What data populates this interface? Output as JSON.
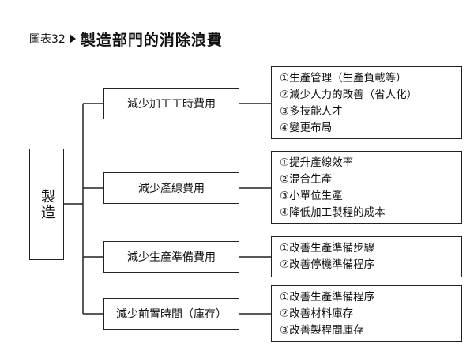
{
  "title": {
    "label": "圖表32",
    "text": "製造部門的消除浪費"
  },
  "root": "製造",
  "branches": [
    {
      "label": "減少加工工時費用",
      "items": [
        "①生產管理（生產負載等）",
        "②減少人力的改善（省人化）",
        "③多技能人才",
        "④變更布局"
      ]
    },
    {
      "label": "減少產線費用",
      "items": [
        "①提升產線效率",
        "②混合生產",
        "③小單位生產",
        "④降低加工製程的成本"
      ]
    },
    {
      "label": "減少生產準備費用",
      "items": [
        "①改善生產準備步驟",
        "②改善停機準備程序"
      ]
    },
    {
      "label": "減少前置時間（庫存）",
      "items": [
        "①改善生產準備程序",
        "②改善材料庫存",
        "③改善製程間庫存"
      ]
    }
  ]
}
